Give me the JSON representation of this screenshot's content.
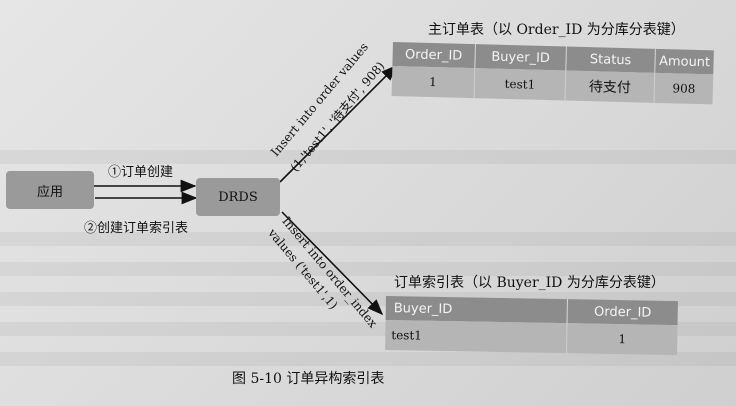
{
  "nodes": {
    "app": "应用",
    "drds": "DRDS"
  },
  "steps": {
    "step1": "①订单创建",
    "step2": "②创建订单索引表"
  },
  "sql": {
    "insert_order_line1": "Insert into order values",
    "insert_order_line2": "(1,'test1', '待支付', 908)",
    "insert_index_line1": "Insert into order_index",
    "insert_index_line2": "values ('test1',1)"
  },
  "main_table": {
    "title": "主订单表（以 Order_ID 为分库分表键）",
    "headers": [
      "Order_ID",
      "Buyer_ID",
      "Status",
      "Amount"
    ],
    "row": [
      "1",
      "test1",
      "待支付",
      "908"
    ]
  },
  "index_table": {
    "title": "订单索引表（以 Buyer_ID 为分库分表键）",
    "headers": [
      "Buyer_ID",
      "Order_ID"
    ],
    "row": [
      "test1",
      "1"
    ]
  },
  "caption": "图 5-10   订单异构索引表"
}
